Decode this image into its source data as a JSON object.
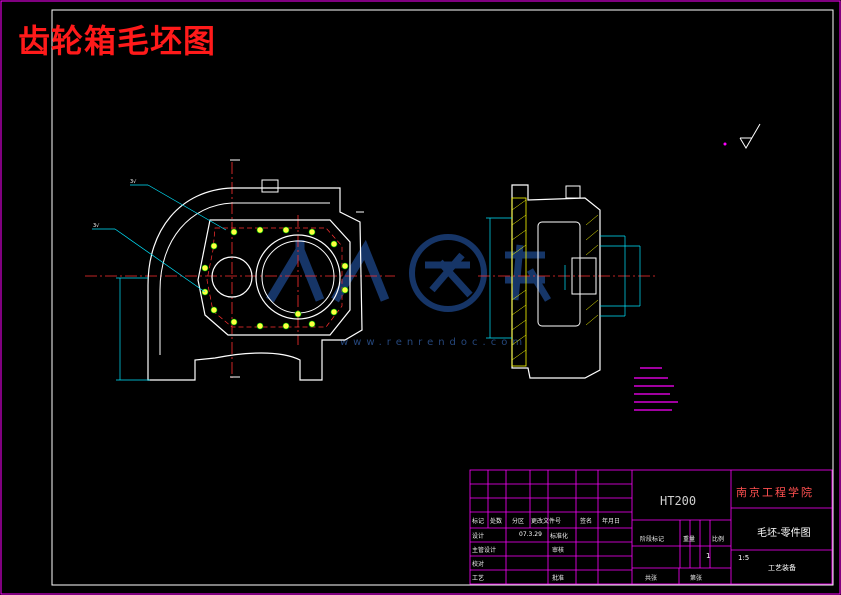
{
  "title": "齿轮箱毛坯图",
  "watermark": {
    "chars": "人人文库",
    "url": "www.renrendoc.com"
  },
  "title_block": {
    "material": "HT200",
    "school": "南京工程学院",
    "drawing_name": "毛坯-零件图",
    "department": "工艺装备",
    "quantity": "1",
    "scale": "1:5",
    "date": "07.3.29",
    "headers": {
      "mark": "标记",
      "count": "处数",
      "zone": "分区",
      "change_doc": "更改文件号",
      "sign": "签名",
      "ymd": "年月日",
      "design": "设计",
      "standardize": "标准化",
      "review": "审核",
      "process": "工艺",
      "approve": "批准",
      "stage_mark": "阶段标记",
      "weight": "重量",
      "ratio": "比例",
      "sheets_total": "共张",
      "sheet_no": "第张",
      "proofread": "校对",
      "chief_designer": "主管设计"
    }
  },
  "colors": {
    "border": "#ff00ff",
    "outline": "#ffffff",
    "centerline": "#ff3030",
    "dimension": "#00e5ff",
    "hatch": "#ffff00",
    "bolt": "#ffff40",
    "title": "#ff1a1a",
    "watermark": "#1a3f7a"
  }
}
